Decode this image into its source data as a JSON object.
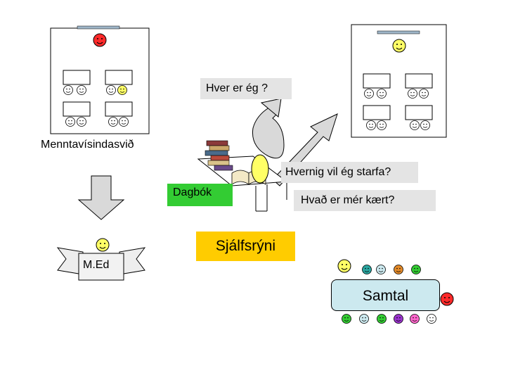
{
  "labels": {
    "who_am_i": "Hver er ég ?",
    "faculty": "Menntavísindasvið",
    "how_work": "Hvernig vil ég starfa?",
    "diary": "Dagbók",
    "what_dear": "Hvað er mér kært?",
    "self_reflection": "Sjálfsrýni",
    "degree": "M.Ed",
    "dialogue": "Samtal"
  },
  "colors": {
    "face_yellow": "#ffff66",
    "face_red": "#ff2a2a",
    "face_teal": "#2aa6a0",
    "face_orange": "#e38a2a",
    "face_green": "#33cc33",
    "face_purple": "#9933cc",
    "face_pink": "#ff66cc",
    "label_grey": "#e4e4e4",
    "diary_green": "#33cc33",
    "self_orange": "#ffcc00",
    "samtal_fill": "#cce9ef",
    "arrow_grey": "#d9d9d9"
  }
}
